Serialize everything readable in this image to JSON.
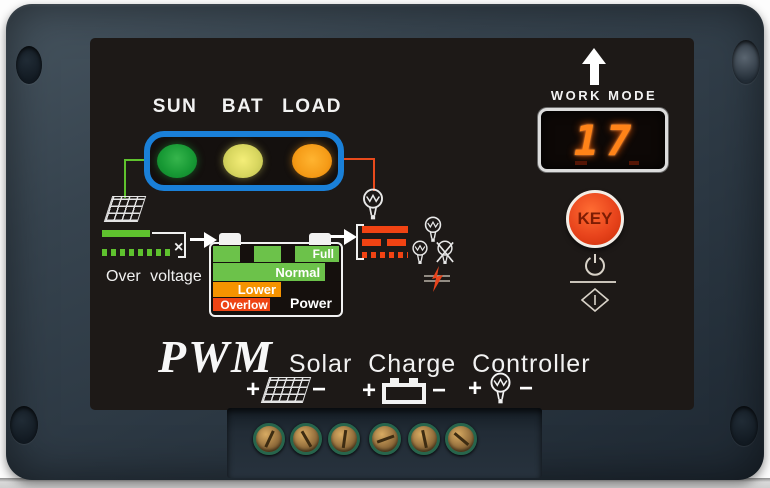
{
  "indicators": {
    "sun_label": "SUN",
    "bat_label": "BAT",
    "load_label": "LOAD",
    "frame_color": "#1a80d8",
    "sun_color": "#1ea23a",
    "bat_color": "#d9d760",
    "load_color": "#f59b17"
  },
  "work_mode": {
    "label": "WORK MODE",
    "display_value": "17",
    "digit_color": "#ff8318"
  },
  "key_button": {
    "label": "KEY",
    "color": "#e8441c"
  },
  "diagram": {
    "over_voltage_label": "Over voltage",
    "disconnect_symbol": "×",
    "solar_line_color": "#5fc22e",
    "load_line_color": "#e84a1c",
    "battery_gauge": {
      "full_label": "Full",
      "normal_label": "Normal",
      "lower_label": "Lower",
      "overlow_label": "Overlow",
      "power_label": "Power",
      "full_color": "#6cc24a",
      "normal_color": "#6cc24a",
      "lower_color": "#f59300",
      "overlow_color": "#ee4414"
    }
  },
  "branding": {
    "logo": "PWM",
    "title": "Solar Charge Controller"
  },
  "legend": {
    "solar": {
      "plus": "+",
      "minus": "−"
    },
    "battery": {
      "plus": "+",
      "minus": "−"
    },
    "load": {
      "plus": "+",
      "minus": "−"
    }
  }
}
